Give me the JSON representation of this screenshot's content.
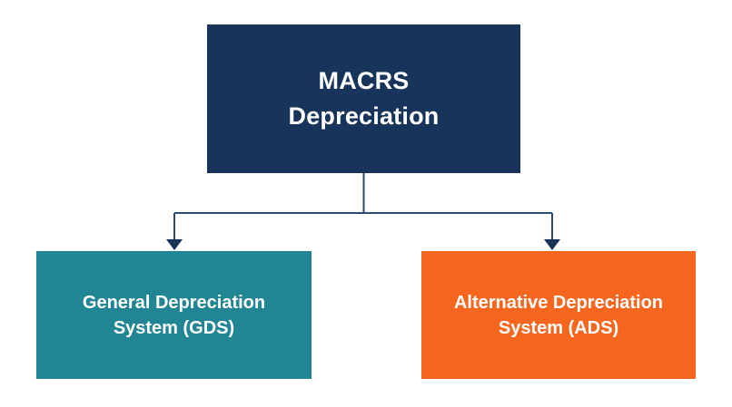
{
  "colors": {
    "background": "#ffffff",
    "navy": "#18345A",
    "teal": "#218593",
    "orange": "#F6661F",
    "connector": "#2B4A70",
    "arrowhead": "#1B3358",
    "node_text": "#ffffff"
  },
  "nodes": {
    "root": {
      "label": "MACRS Depreciation",
      "lines": [
        "MACRS",
        "Depreciation"
      ]
    },
    "gds": {
      "label": "General Depreciation System (GDS)",
      "lines": [
        "General Depreciation",
        "System (GDS)"
      ]
    },
    "ads": {
      "label": "Alternative Depreciation System (ADS)",
      "lines": [
        "Alternative Depreciation",
        "System (ADS)"
      ]
    }
  }
}
